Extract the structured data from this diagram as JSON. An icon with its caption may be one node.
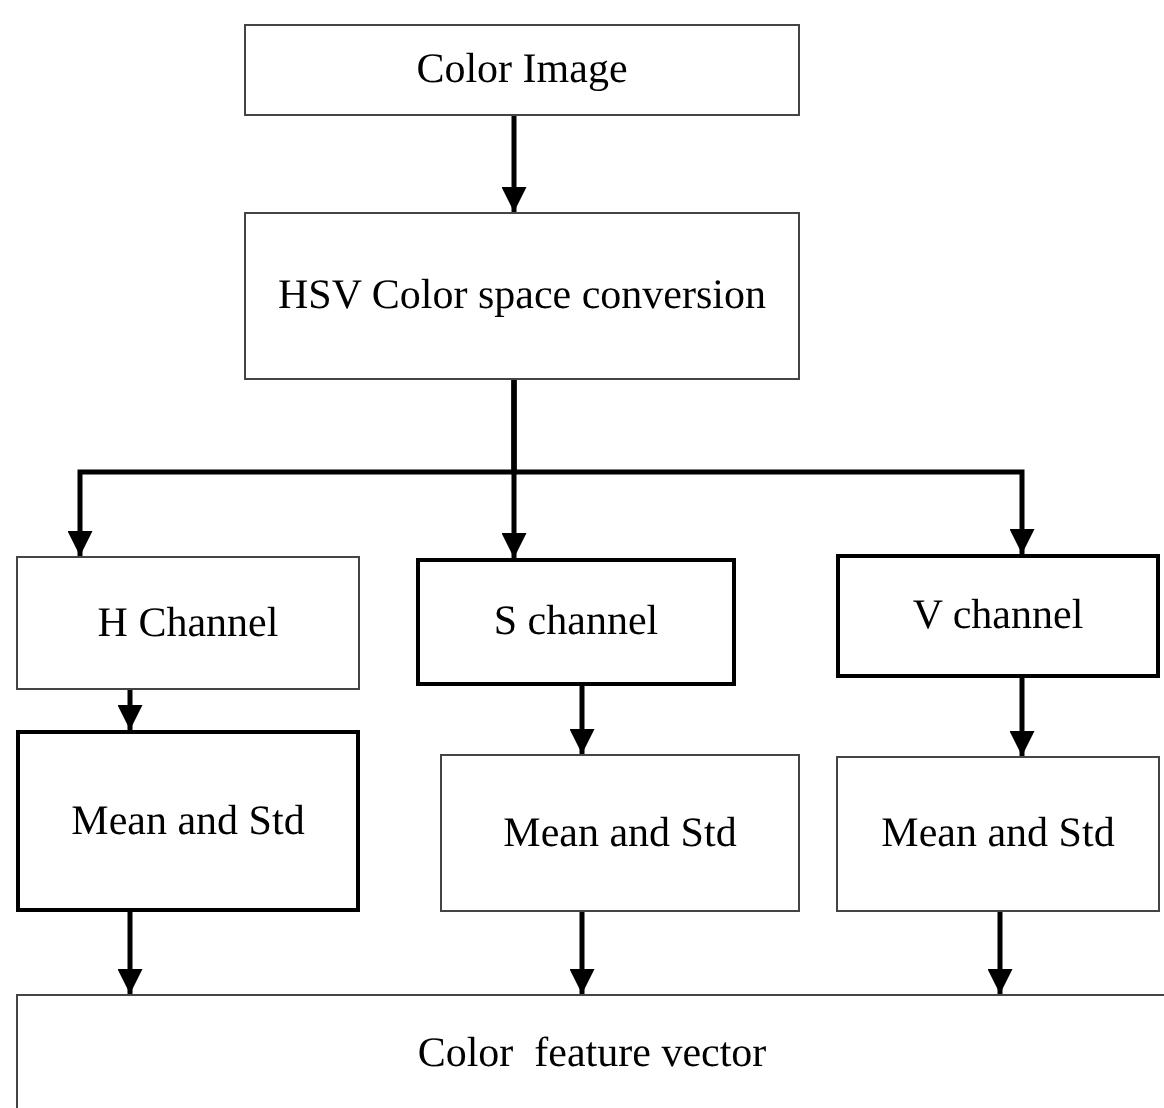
{
  "diagram": {
    "nodes": [
      {
        "text": [
          "Color Image"
        ]
      },
      {
        "text": [
          "HSV Color space conversion"
        ]
      },
      {
        "text": [
          "H Channel"
        ]
      },
      {
        "text": [
          "S channel"
        ]
      },
      {
        "text": [
          "V channel"
        ]
      },
      {
        "text": [
          "Mean and Std"
        ]
      },
      {
        "text": [
          "Mean and Std"
        ]
      },
      {
        "text": [
          "Mean and Std"
        ]
      },
      {
        "text": [
          "Color  feature vector"
        ]
      }
    ],
    "edges": [
      {
        "from": 0,
        "to": 1,
        "arrow": "to"
      },
      {
        "from": 1,
        "to": 2,
        "arrow": "to"
      },
      {
        "from": 1,
        "to": 3,
        "arrow": "to"
      },
      {
        "from": 1,
        "to": 4,
        "arrow": "to"
      },
      {
        "from": 2,
        "to": 5,
        "arrow": "to"
      },
      {
        "from": 3,
        "to": 6,
        "arrow": "to"
      },
      {
        "from": 4,
        "to": 7,
        "arrow": "to"
      },
      {
        "from": 5,
        "to": 8,
        "arrow": "to"
      },
      {
        "from": 6,
        "to": 8,
        "arrow": "to"
      },
      {
        "from": 7,
        "to": 8,
        "arrow": "to"
      }
    ]
  }
}
